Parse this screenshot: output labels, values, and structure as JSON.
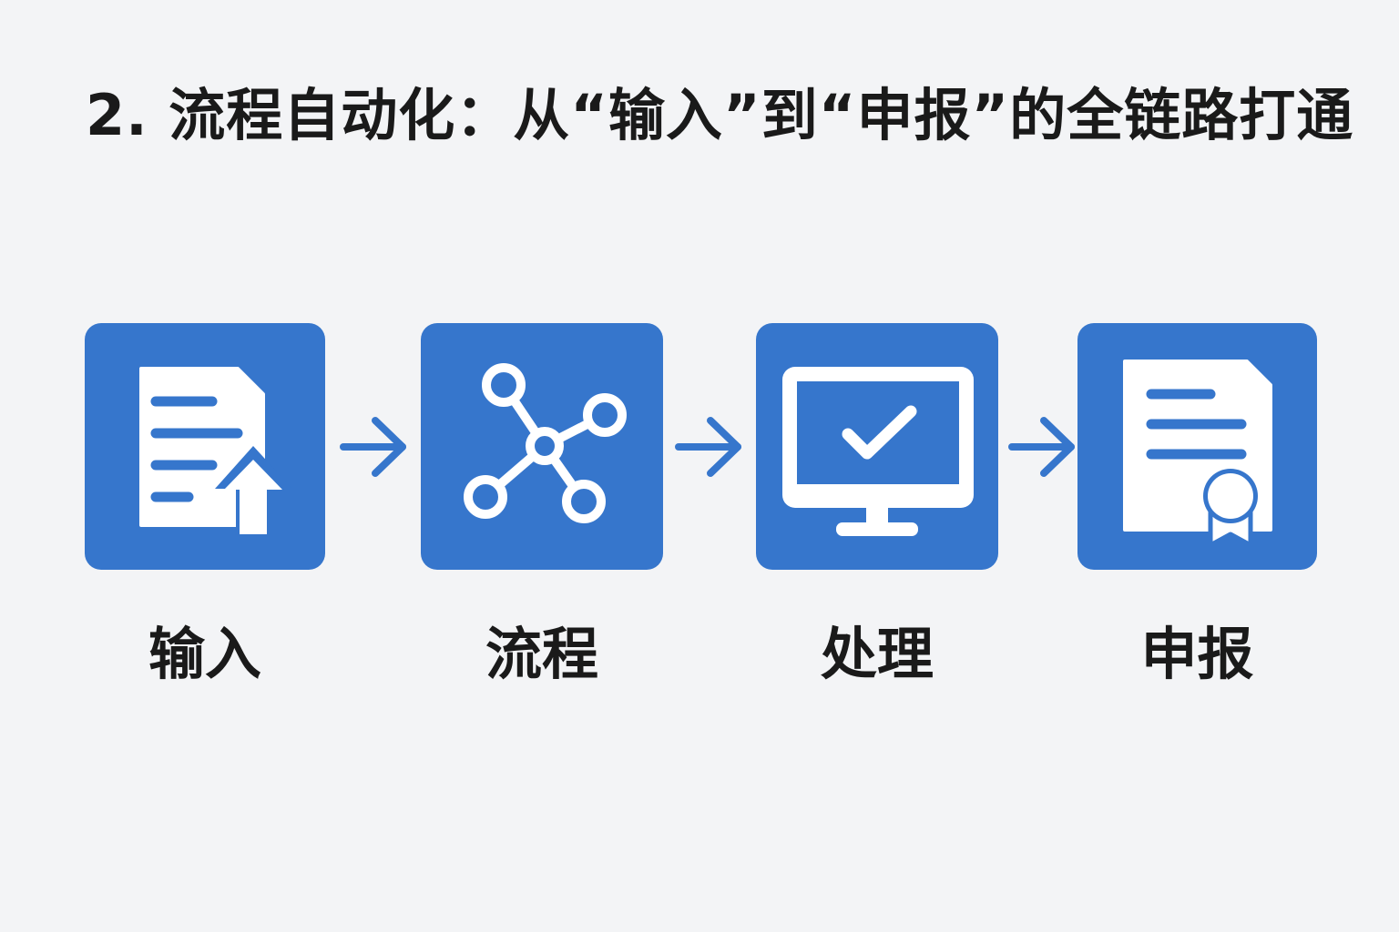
{
  "title": "2. 流程自动化：从“输入”到“申报”的全链路打通",
  "colors": {
    "accent": "#3676cc",
    "background": "#f3f4f6",
    "text": "#1a1a1a"
  },
  "steps": [
    {
      "label": "输入",
      "icon": "document-upload-icon"
    },
    {
      "label": "流程",
      "icon": "network-nodes-icon"
    },
    {
      "label": "处理",
      "icon": "monitor-check-icon"
    },
    {
      "label": "申报",
      "icon": "certificate-document-icon"
    }
  ]
}
